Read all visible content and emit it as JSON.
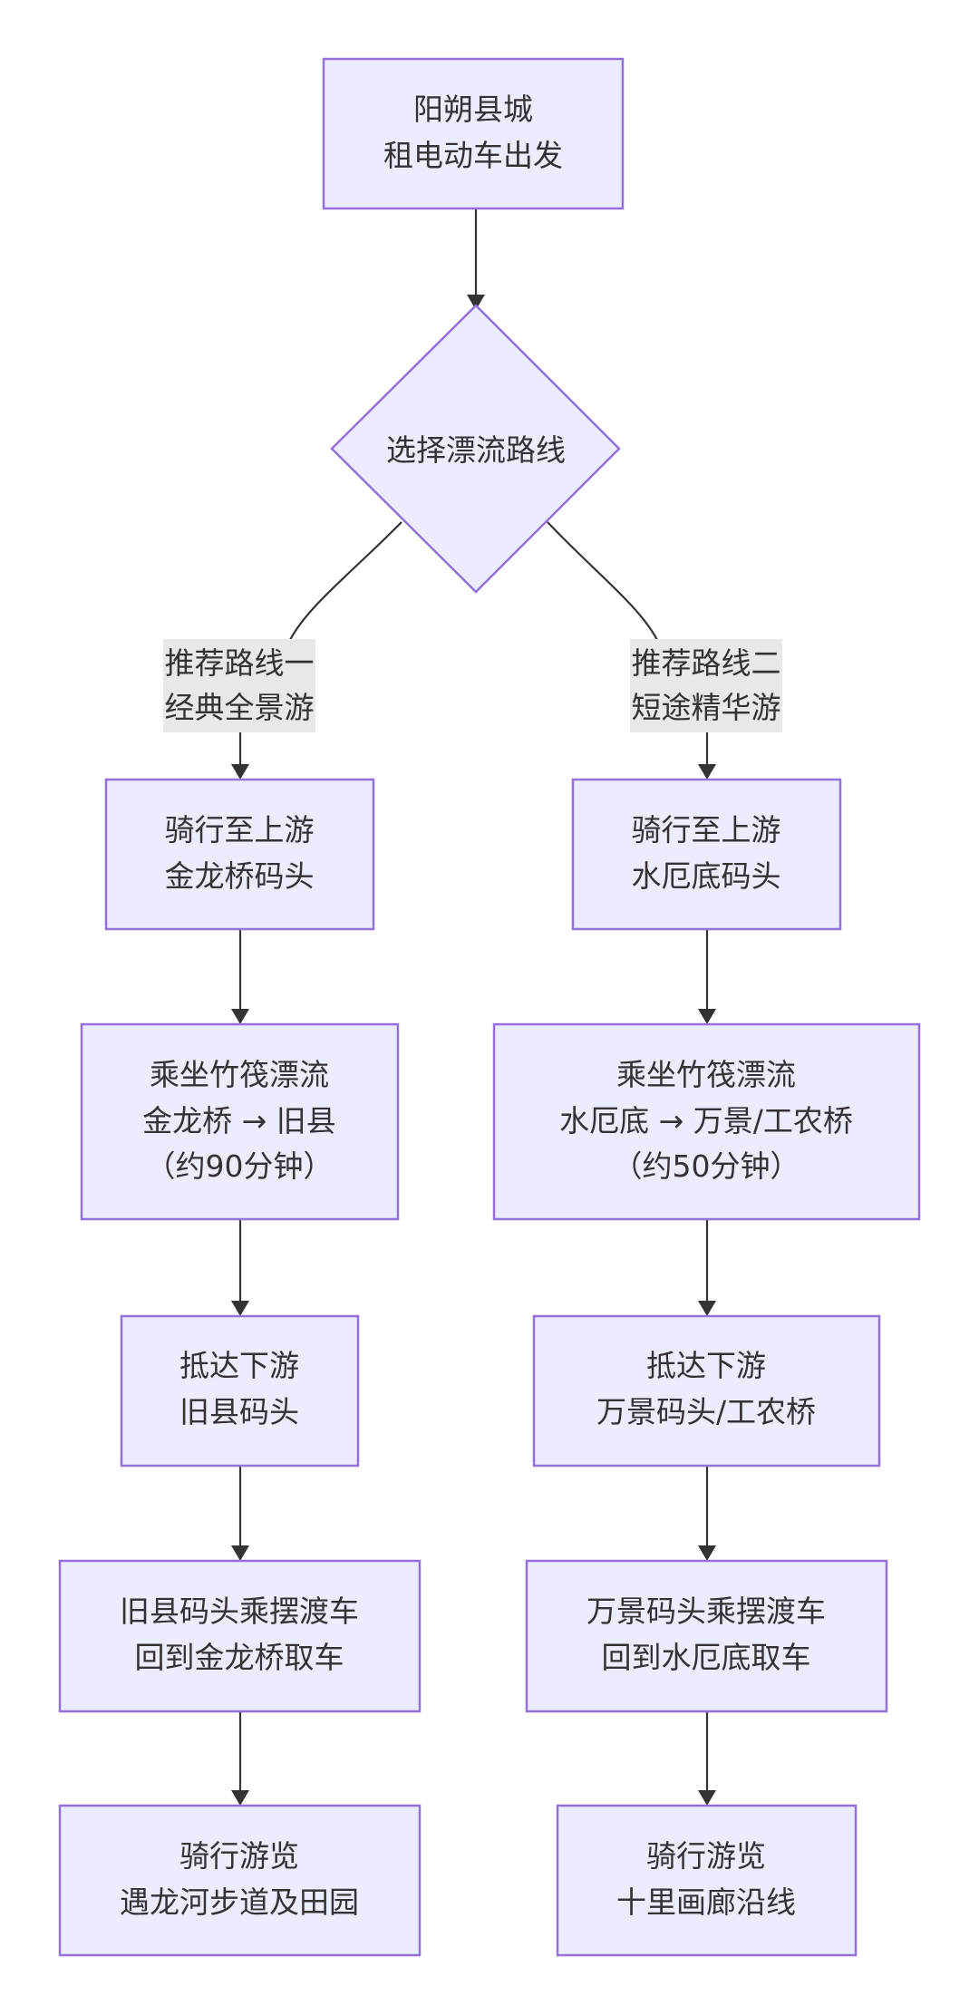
{
  "colors": {
    "node_fill": "#ECECFF",
    "node_stroke": "#9370DB",
    "edge": "#333333",
    "label_bg": "#E8E8E8",
    "text": "#333333"
  },
  "diagram": {
    "start": {
      "lines": [
        "阳朔县城",
        "租电动车出发"
      ]
    },
    "decision": {
      "lines": [
        "选择漂流路线"
      ]
    },
    "route_a": {
      "label": [
        "推荐路线一",
        "经典全景游"
      ],
      "steps": [
        {
          "lines": [
            "骑行至上游",
            "金龙桥码头"
          ]
        },
        {
          "lines": [
            "乘坐竹筏漂流",
            "金龙桥 → 旧县",
            "（约90分钟）"
          ]
        },
        {
          "lines": [
            "抵达下游",
            "旧县码头"
          ]
        },
        {
          "lines": [
            "旧县码头乘摆渡车",
            "回到金龙桥取车"
          ]
        },
        {
          "lines": [
            "骑行游览",
            "遇龙河步道及田园"
          ]
        }
      ]
    },
    "route_b": {
      "label": [
        "推荐路线二",
        "短途精华游"
      ],
      "steps": [
        {
          "lines": [
            "骑行至上游",
            "水厄底码头"
          ]
        },
        {
          "lines": [
            "乘坐竹筏漂流",
            "水厄底 → 万景/工农桥",
            "（约50分钟）"
          ]
        },
        {
          "lines": [
            "抵达下游",
            "万景码头/工农桥"
          ]
        },
        {
          "lines": [
            "万景码头乘摆渡车",
            "回到水厄底取车"
          ]
        },
        {
          "lines": [
            "骑行游览",
            "十里画廊沿线"
          ]
        }
      ]
    }
  }
}
